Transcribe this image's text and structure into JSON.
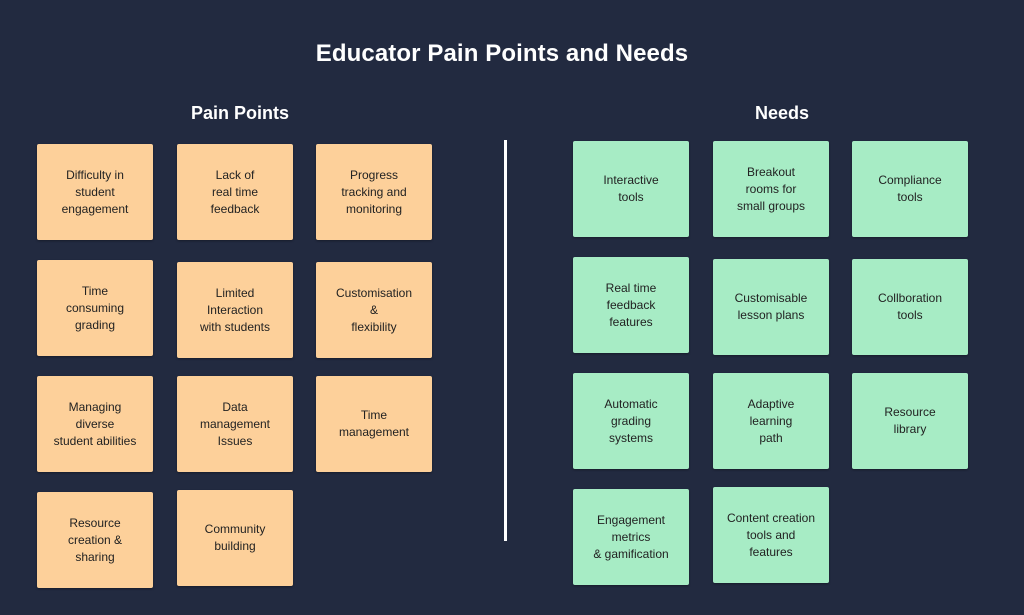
{
  "title": "Educator Pain Points and Needs",
  "pain_points": {
    "heading": "Pain Points",
    "color": "#fdd09a",
    "notes": [
      "Difficulty in\nstudent\nengagement",
      "Lack of\nreal time\nfeedback",
      "Progress\ntracking and\nmonitoring",
      "Time\nconsuming\ngrading",
      "Limited\nInteraction\nwith students",
      "Customisation\n&\nflexibility",
      "Managing\ndiverse\nstudent abilities",
      "Data\nmanagement\nIssues",
      "Time\nmanagement",
      "Resource\ncreation &\nsharing",
      "Community\nbuilding"
    ]
  },
  "needs": {
    "heading": "Needs",
    "color": "#a7ecc5",
    "notes": [
      "Interactive\ntools",
      "Breakout\nrooms for\nsmall groups",
      "Compliance\ntools",
      "Real time\nfeedback\nfeatures",
      "Customisable\nlesson plans",
      "Collboration\ntools",
      "Automatic\ngrading\nsystems",
      "Adaptive\nlearning\npath",
      "Resource\nlibrary",
      "Engagement\nmetrics\n& gamification",
      "Content creation\ntools and\nfeatures"
    ]
  }
}
